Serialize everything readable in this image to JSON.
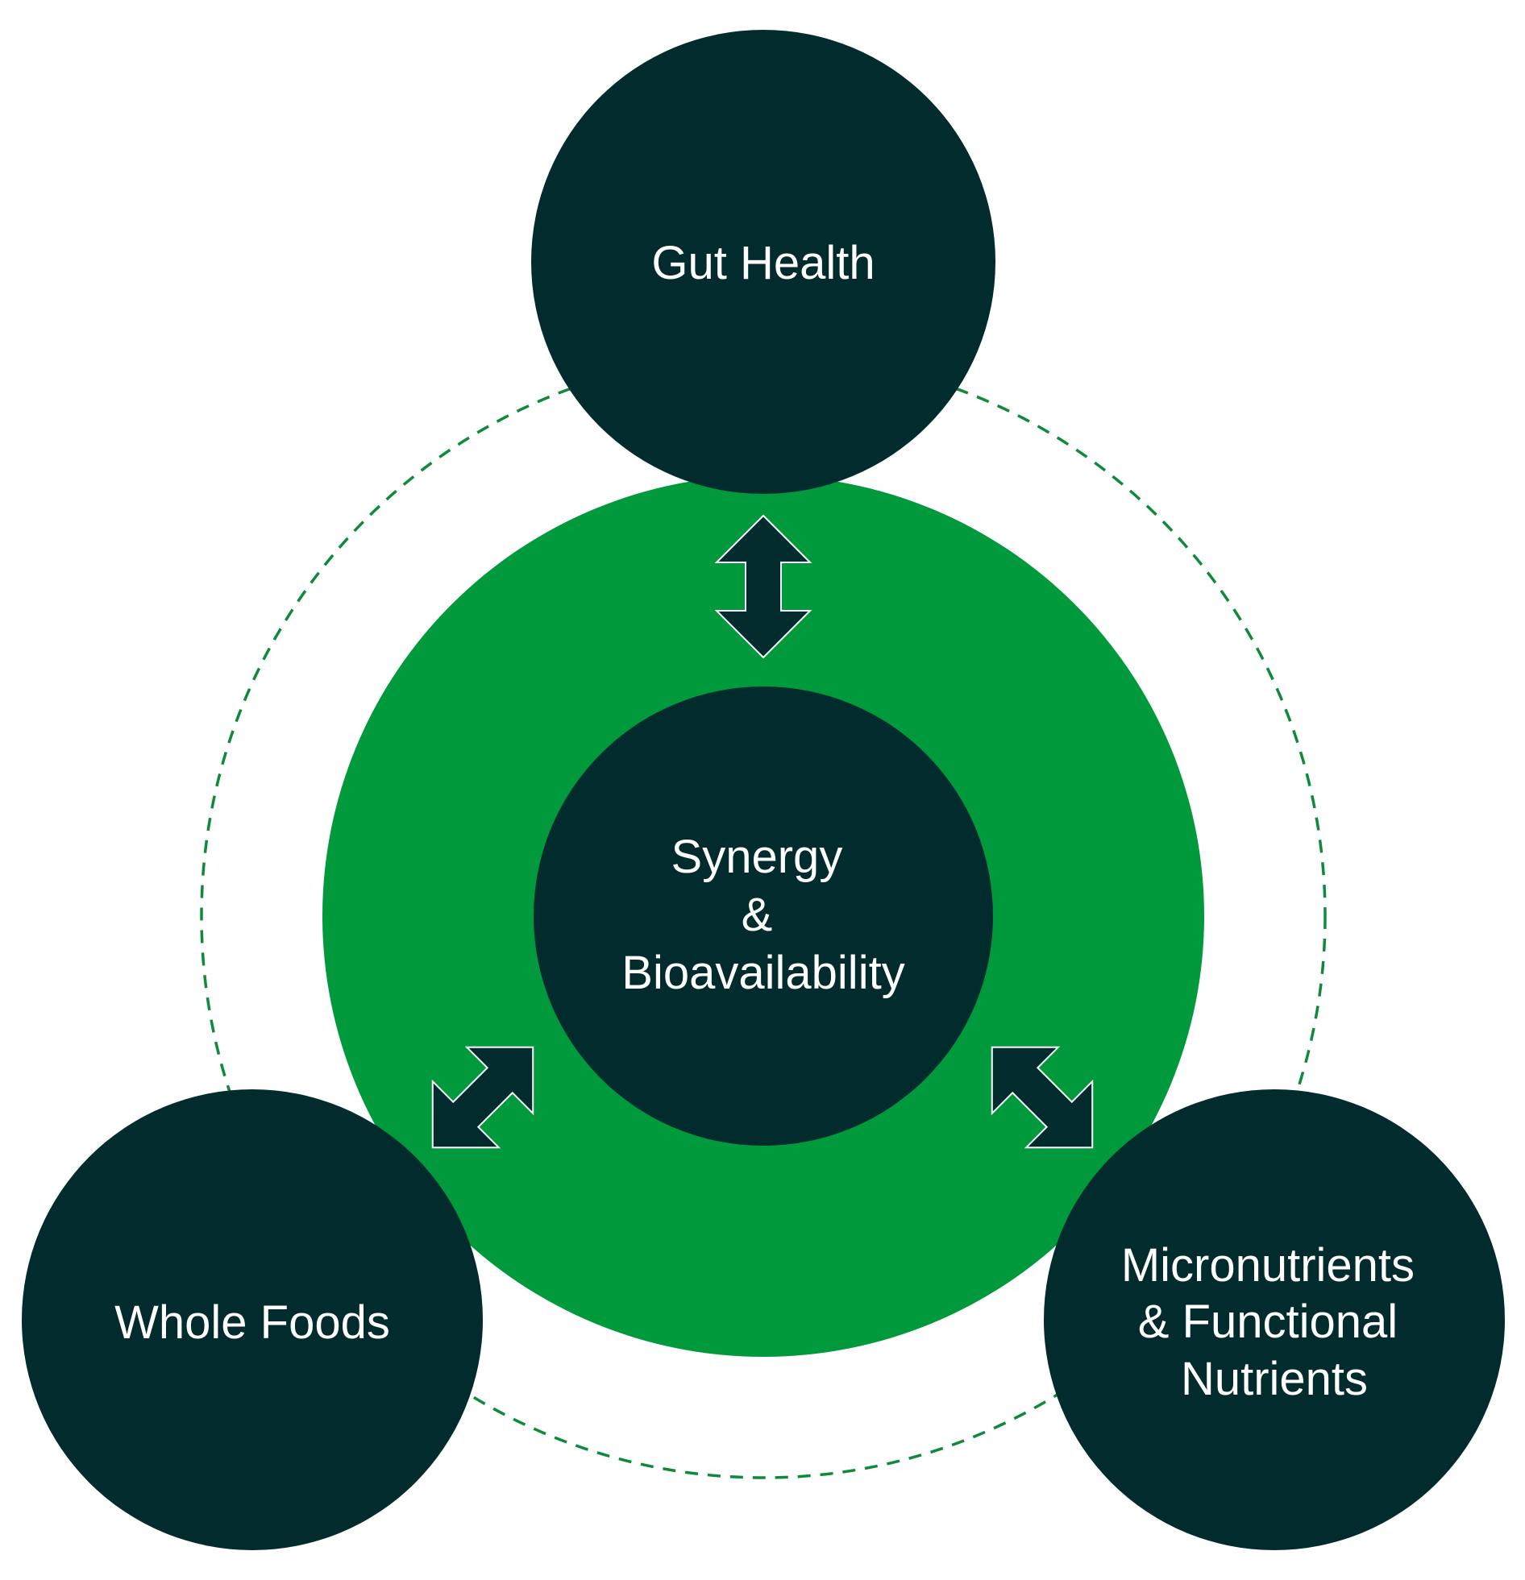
{
  "colors": {
    "dark_node": "#012b2c",
    "ring_green": "#009a3d",
    "dashed_ring": "#0f8a3c",
    "arrow_outline": "#ffffff",
    "text": "#ffffff",
    "background": "#ffffff"
  },
  "center": {
    "lines": [
      "Synergy",
      "&",
      "Bioavailability"
    ]
  },
  "nodes": {
    "gut_health": {
      "lines": [
        "Gut Health"
      ]
    },
    "whole_foods": {
      "lines": [
        "Whole Foods"
      ]
    },
    "micronutrients": {
      "lines": [
        "Micronutrients",
        "& Functional",
        "Nutrients"
      ]
    }
  },
  "arrows": [
    {
      "name": "arrow-center-gut-health",
      "icon": "double-arrow-icon",
      "between": [
        "center",
        "gut_health"
      ]
    },
    {
      "name": "arrow-center-whole-foods",
      "icon": "double-arrow-icon",
      "between": [
        "center",
        "whole_foods"
      ]
    },
    {
      "name": "arrow-center-micronutrients",
      "icon": "double-arrow-icon",
      "between": [
        "center",
        "micronutrients"
      ]
    }
  ]
}
